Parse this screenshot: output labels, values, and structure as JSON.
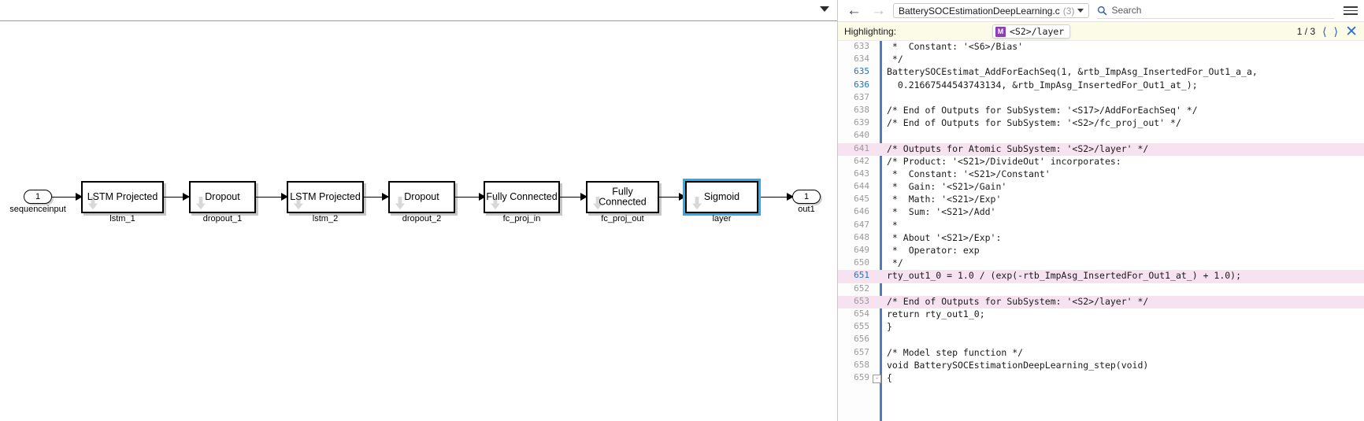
{
  "canvas": {
    "topbar": {
      "collapse_icon": "chevron-down-icon"
    },
    "input_port": {
      "number": "1",
      "label": "sequenceinput"
    },
    "output_port": {
      "number": "1",
      "label": "out1"
    },
    "blocks": [
      {
        "title": "LSTM Projected",
        "sublabel": "lstm_1",
        "selected": false
      },
      {
        "title": "Dropout",
        "sublabel": "dropout_1",
        "selected": false
      },
      {
        "title": "LSTM Projected",
        "sublabel": "lstm_2",
        "selected": false
      },
      {
        "title": "Dropout",
        "sublabel": "dropout_2",
        "selected": false
      },
      {
        "title": "Fully Connected",
        "sublabel": "fc_proj_in",
        "selected": false
      },
      {
        "title": "Fully Connected",
        "sublabel": "fc_proj_out",
        "selected": false
      },
      {
        "title": "Sigmoid",
        "sublabel": "layer",
        "selected": true
      }
    ],
    "selection_color": "#2eaaf0"
  },
  "code_viewer": {
    "toolbar": {
      "back_icon": "arrow-left-icon",
      "forward_icon": "arrow-right-icon",
      "file_name": "BatterySOCEstimationDeepLearning.c",
      "file_count": "(3)",
      "dropdown_icon": "chevron-down-icon",
      "search_icon": "search-icon",
      "search_placeholder": "Search",
      "menu_icon": "hamburger-menu-icon"
    },
    "highlighting": {
      "label": "Highlighting:",
      "chip_badge": "M",
      "chip_badge_color": "#8b3fb5",
      "chip_text": "<S2>/layer",
      "count": "1 / 3",
      "prev_icon": "chevron-left-icon",
      "next_icon": "chevron-right-icon",
      "close_icon": "close-icon"
    },
    "lines": [
      {
        "n": "633",
        "text": " *  Constant: '<S6>/Bias'",
        "cls": "c-cmt",
        "hi": false,
        "act": false,
        "fold": ""
      },
      {
        "n": "634",
        "text": " */",
        "cls": "c-cmt",
        "hi": false,
        "act": false,
        "fold": ""
      },
      {
        "n": "635",
        "text": "BatterySOCEstimat_AddForEachSeq(1, &rtb_ImpAsg_InsertedFor_Out1_a_a,",
        "cls": "c-fn",
        "hi": false,
        "act": true,
        "fold": ""
      },
      {
        "n": "636",
        "text": "  0.21667544543743134, &rtb_ImpAsg_InsertedFor_Out1_at_);",
        "cls": "c-id",
        "hi": false,
        "act": true,
        "fold": ""
      },
      {
        "n": "637",
        "text": "",
        "cls": "",
        "hi": false,
        "act": false,
        "fold": ""
      },
      {
        "n": "638",
        "text": "/* End of Outputs for SubSystem: '<S17>/AddForEachSeq' */",
        "cls": "c-cmt",
        "hi": false,
        "act": false,
        "fold": ""
      },
      {
        "n": "639",
        "text": "/* End of Outputs for SubSystem: '<S2>/fc_proj_out' */",
        "cls": "c-cmt",
        "hi": false,
        "act": false,
        "fold": ""
      },
      {
        "n": "640",
        "text": "",
        "cls": "",
        "hi": false,
        "act": false,
        "fold": ""
      },
      {
        "n": "641",
        "text": "/* Outputs for Atomic SubSystem: '<S2>/layer' */",
        "cls": "c-cmt",
        "hi": true,
        "act": false,
        "fold": ""
      },
      {
        "n": "642",
        "text": "/* Product: '<S21>/DivideOut' incorporates:",
        "cls": "c-cmt",
        "hi": false,
        "act": false,
        "fold": ""
      },
      {
        "n": "643",
        "text": " *  Constant: '<S21>/Constant'",
        "cls": "c-cmt",
        "hi": false,
        "act": false,
        "fold": ""
      },
      {
        "n": "644",
        "text": " *  Gain: '<S21>/Gain'",
        "cls": "c-cmt",
        "hi": false,
        "act": false,
        "fold": ""
      },
      {
        "n": "645",
        "text": " *  Math: '<S21>/Exp'",
        "cls": "c-cmt",
        "hi": false,
        "act": false,
        "fold": ""
      },
      {
        "n": "646",
        "text": " *  Sum: '<S21>/Add'",
        "cls": "c-cmt",
        "hi": false,
        "act": false,
        "fold": ""
      },
      {
        "n": "647",
        "text": " *",
        "cls": "c-cmt",
        "hi": false,
        "act": false,
        "fold": ""
      },
      {
        "n": "648",
        "text": " * About '<S21>/Exp':",
        "cls": "c-cmt",
        "hi": false,
        "act": false,
        "fold": ""
      },
      {
        "n": "649",
        "text": " *  Operator: exp",
        "cls": "c-cmt",
        "hi": false,
        "act": false,
        "fold": ""
      },
      {
        "n": "650",
        "text": " */",
        "cls": "c-cmt",
        "hi": false,
        "act": false,
        "fold": ""
      },
      {
        "n": "651",
        "text": "rty_out1_0 = 1.0 / (exp(-rtb_ImpAsg_InsertedFor_Out1_at_) + 1.0);",
        "cls": "c-id",
        "hi": true,
        "act": true,
        "fold": ""
      },
      {
        "n": "652",
        "text": "",
        "cls": "",
        "hi": false,
        "act": false,
        "fold": ""
      },
      {
        "n": "653",
        "text": "/* End of Outputs for SubSystem: '<S2>/layer' */",
        "cls": "c-cmt",
        "hi": true,
        "act": false,
        "fold": ""
      },
      {
        "n": "654",
        "text": "return rty_out1_0;",
        "cls": "c-kw",
        "hi": false,
        "act": false,
        "fold": ""
      },
      {
        "n": "655",
        "text": "}",
        "cls": "c-id",
        "hi": false,
        "act": false,
        "fold": ""
      },
      {
        "n": "656",
        "text": "",
        "cls": "",
        "hi": false,
        "act": false,
        "fold": ""
      },
      {
        "n": "657",
        "text": "/* Model step function */",
        "cls": "c-cmt",
        "hi": false,
        "act": false,
        "fold": ""
      },
      {
        "n": "658",
        "text": "void BatterySOCEstimationDeepLearning_step(void)",
        "cls": "c-kw",
        "hi": false,
        "act": false,
        "fold": ""
      },
      {
        "n": "659",
        "text": "{",
        "cls": "c-id",
        "hi": false,
        "act": false,
        "fold": "-"
      }
    ]
  }
}
